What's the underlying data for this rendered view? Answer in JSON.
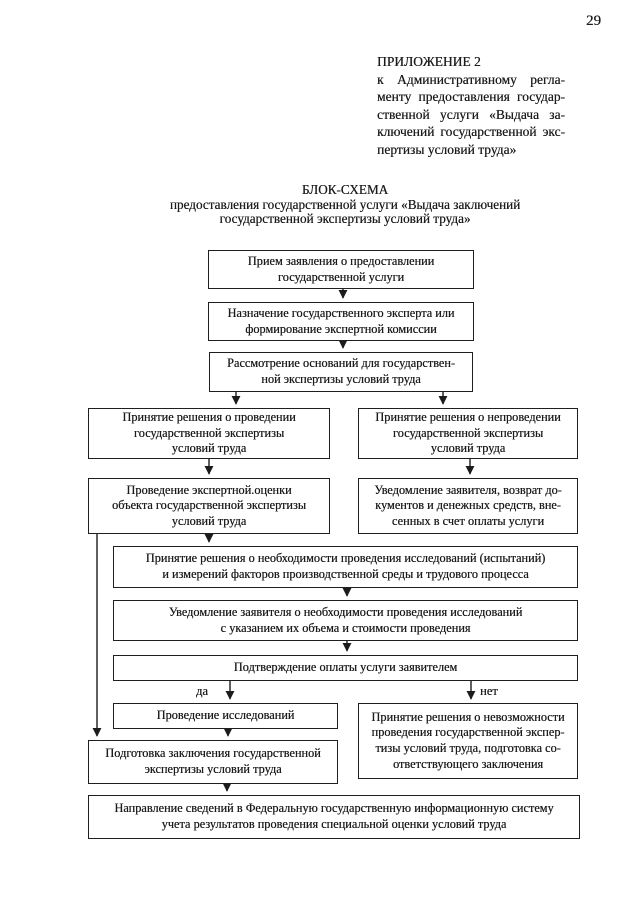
{
  "page": {
    "number": "29"
  },
  "appendix": {
    "line1": "ПРИЛОЖЕНИЕ 2",
    "line2": "к Административному регла-",
    "line3": "менту предоставления государ-",
    "line4": "ственной услуги «Выдача за-",
    "line5": "ключений государственной экс-",
    "line6": "пертизы условий труда»"
  },
  "title": "БЛОК-СХЕМА\nпредоставления государственной услуги «Выдача заключений\nгосударственной экспертизы условий труда»",
  "flowchart": {
    "boxes": {
      "b1": "Прием заявления о предоставлении\nгосударственной услуги",
      "b2": "Назначение государственного эксперта или\nформирование экспертной комиссии",
      "b3": "Рассмотрение оснований для государствен-\nной экспертизы условий труда",
      "b4": "Принятие решения о проведении\nгосударственной экспертизы\nусловий труда",
      "b5": "Принятие решения о непроведении\nгосударственной экспертизы\nусловий труда",
      "b6": "Проведение экспертной.оценки\nобъекта государственной экспертизы\nусловий труда",
      "b7": "Уведомление заявителя, возврат до-\nкументов и денежных средств, вне-\nсенных в счет оплаты услуги",
      "b8": "Принятие решения о необходимости проведения исследований (испытаний)\nи измерений факторов производственной среды и трудового процесса",
      "b9": "Уведомление заявителя о необходимости проведения исследований\nс указанием их объема и стоимости проведения",
      "b10": "Подтверждение оплаты услуги заявителем",
      "b11": "Проведение исследований",
      "b12": "Подготовка заключения государственной\nэкспертизы условий труда",
      "b13": "Принятие решения о невозможности\nпроведения государственной экспер-\nтизы условий труда, подготовка со-\nответствующего заключения",
      "b14": "Направление сведений в Федеральную государственную информационную систему\nучета результатов проведения специальной оценки условий труда"
    },
    "labels": {
      "yes": "да",
      "no": "нет"
    }
  },
  "colors": {
    "ink": "#1c1c1c",
    "paper": "#ffffff"
  }
}
